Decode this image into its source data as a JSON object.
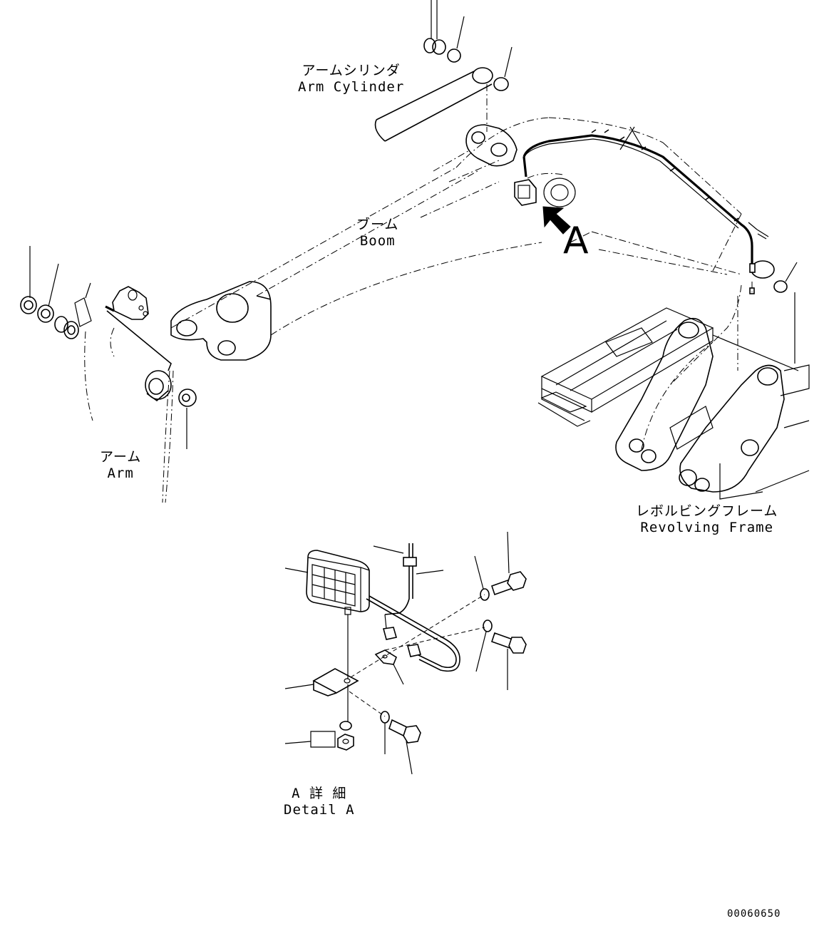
{
  "labels": {
    "arm_cylinder": {
      "jp": "アームシリンダ",
      "en": "Arm Cylinder"
    },
    "boom": {
      "jp": "ブーム",
      "en": "Boom"
    },
    "arm": {
      "jp": "アーム",
      "en": "Arm"
    },
    "revolving_frame": {
      "jp": "レボルビングフレーム",
      "en": "Revolving Frame"
    },
    "detail_a": {
      "jp": "A 詳 細",
      "en": "Detail A"
    },
    "view_marker": "A"
  },
  "drawing_code": "00060650"
}
